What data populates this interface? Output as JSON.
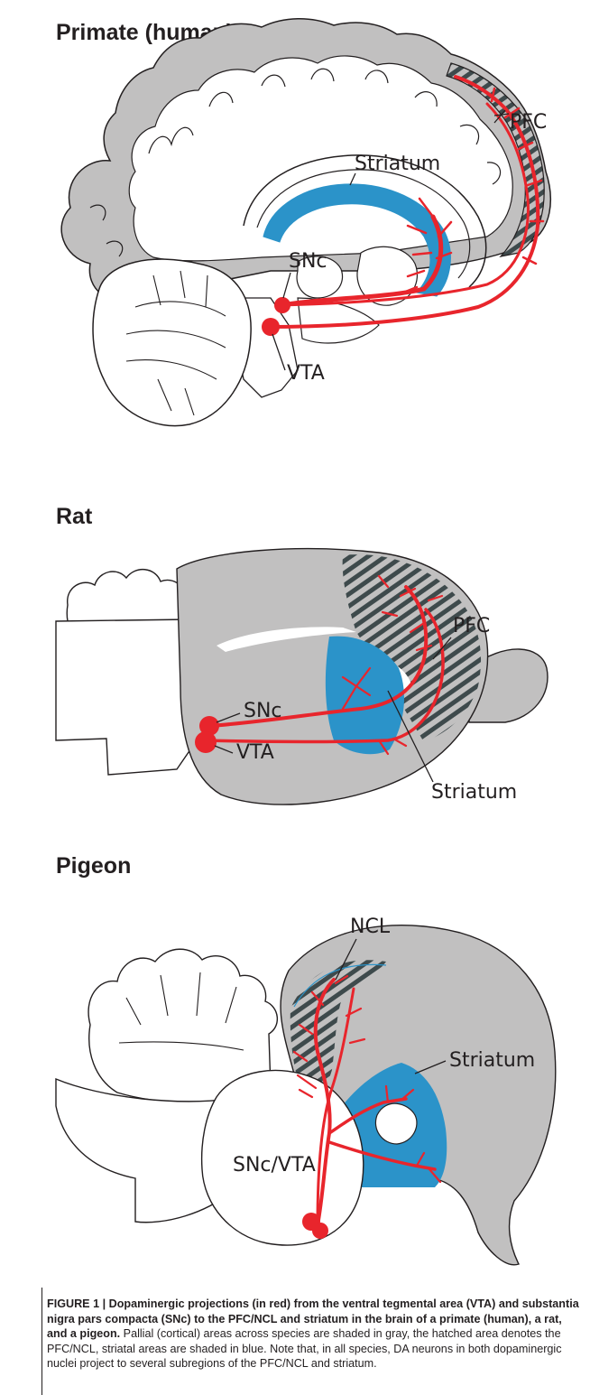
{
  "panels": {
    "primate": {
      "title": "Primate (human)",
      "labels": {
        "pfc": "PFC",
        "striatum": "Striatum",
        "snc": "SNc",
        "vta": "VTA"
      }
    },
    "rat": {
      "title": "Rat",
      "labels": {
        "pfc": "PFC",
        "snc": "SNc",
        "vta": "VTA",
        "striatum": "Striatum"
      }
    },
    "pigeon": {
      "title": "Pigeon",
      "labels": {
        "ncl": "NCL",
        "striatum": "Striatum",
        "sncvta": "SNc/VTA"
      }
    }
  },
  "colors": {
    "pallium_gray": "#c1c0c0",
    "striatum_blue": "#2b93c9",
    "dopamine_red": "#e8252c",
    "outline": "#231f20",
    "hatch": "#3e4a4c"
  },
  "caption": {
    "heading": "FIGURE 1 | Dopaminergic projections (in red) from the ventral tegmental area (VTA) and substantia nigra pars compacta (SNc) to the PFC/NCL and striatum in the brain of a primate (human), a rat, and a pigeon.",
    "body": " Pallial (cortical) areas across species are shaded in gray, the hatched area denotes the PFC/NCL, striatal areas are shaded in blue. Note that, in all species, DA neurons in both dopaminergic nuclei project to several subregions of the PFC/NCL and striatum."
  }
}
